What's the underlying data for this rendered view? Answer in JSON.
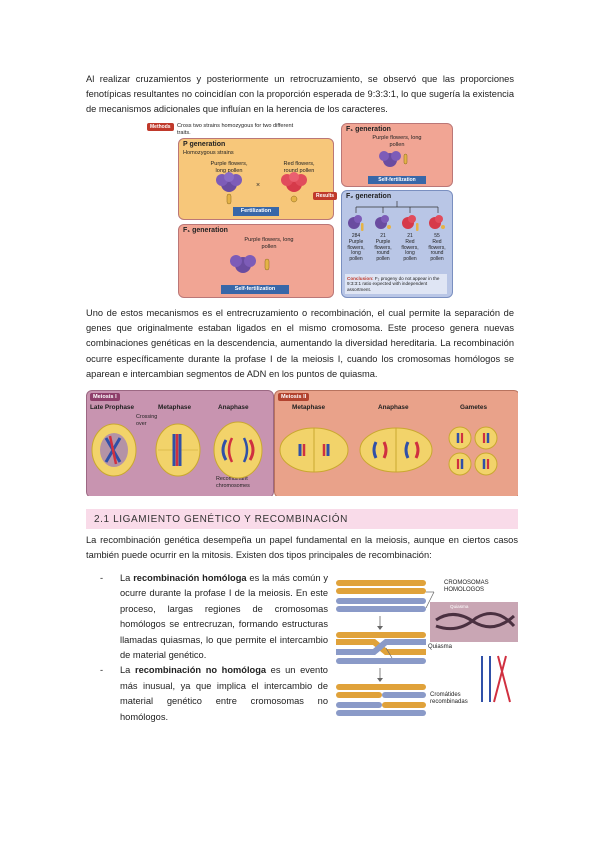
{
  "paragraphs": {
    "p1": "Al realizar cruzamientos y posteriormente un retrocruzamiento, se observó que las proporciones fenotípicas resultantes no coincidían con la proporción esperada de 9:3:3:1, lo que sugería la existencia de mecanismos adicionales que influían en la herencia de los caracteres.",
    "p2": "Uno de estos mecanismos es el entrecruzamiento o recombinación, el cual permite la separación de genes que originalmente estaban ligados en el mismo cromosoma. Este proceso genera nuevas combinaciones genéticas en la descendencia, aumentando la diversidad hereditaria. La recombinación ocurre específicamente durante la profase I de la meiosis I, cuando los cromosomas homólogos se aparean e intercambian segmentos de ADN en los puntos de quiasma.",
    "p3": "La recombinación genética desempeña un papel fundamental en la meiosis, aunque en ciertos casos también puede ocurrir en la mitosis. Existen dos tipos principales de recombinación:"
  },
  "section": {
    "title": "2.1 LIGAMIENTO GENÉTICO Y RECOMBINACIÓN"
  },
  "bullets": [
    {
      "dash": "-",
      "pre": "La ",
      "bold": "recombinación homóloga",
      "post": " es la más común y ocurre durante la profase I de la meiosis. En este proceso, largas regiones de cromosomas homólogos se entrecruzan, formando estructuras llamadas quiasmas, lo que permite el intercambio de material genético."
    },
    {
      "dash": "-",
      "pre": "La ",
      "bold": "recombinación no homóloga",
      "post": " es un evento más inusual, ya que implica el intercambio de material genético entre cromosomas no homólogos."
    }
  ],
  "mendel_figure": {
    "methods_tag": "Methods",
    "methods_text": "Cross two strains homozygous for two different traits.",
    "p_title": "P generation",
    "p_subtitle": "Homozygous strains",
    "p_left": "Purple flowers, long pollen",
    "p_right": "Red flowers, round pollen",
    "p_cross": "×",
    "fertilization": "Fertilization",
    "f1_title": "F₁ generation",
    "f1_text": "Purple flowers, long pollen",
    "self_fert": "Self-fertilization",
    "f1r_title": "F₁ generation",
    "f1r_text": "Purple flowers, long pollen",
    "self_fert_r": "Self-fertilization",
    "results_tag": "Results",
    "f2_title": "F₂ generation",
    "f2_counts": [
      {
        "n": "284",
        "t": "Purple flowers, long pollen"
      },
      {
        "n": "21",
        "t": "Purple flowers, round pollen"
      },
      {
        "n": "21",
        "t": "Red flowers, long pollen"
      },
      {
        "n": "55",
        "t": "Red flowers, round pollen"
      }
    ],
    "conclusion_label": "Conclusion:",
    "conclusion_text": "F₂ progeny do not appear in the 9:3:3:1 ratio expected with independent assortment."
  },
  "meiosis_figure": {
    "meiosis1": "Meiosis I",
    "meiosis2": "Meiosis II",
    "late_prophase": "Late Prophase",
    "metaphase1": "Metaphase",
    "anaphase1": "Anaphase",
    "crossing_over": "Crossing over",
    "recombinant": "Recombinant chromosomes",
    "metaphase2": "Metaphase",
    "anaphase2": "Anaphase",
    "gametes": "Gametes"
  },
  "recomb_figure": {
    "cromosomas": "CROMOSOMAS HOMOLOGOS",
    "quiasma": "Quiasma",
    "cromatides": "Cromátides recombinadas",
    "quiasma_photo_label": "Quiasma"
  },
  "colors": {
    "section_bg": "#f9dbe9",
    "p_box": "#f7c77a",
    "f1_box": "#f1a594",
    "f2_box": "#b9c6e6",
    "meiosis1_bg": "#c894b0",
    "meiosis2_bg": "#e9a28a",
    "flower_purple": "#6a4ca0",
    "flower_red": "#d63a4a",
    "chrom_orange": "#e0a23a",
    "chrom_blue": "#6a80b8"
  }
}
